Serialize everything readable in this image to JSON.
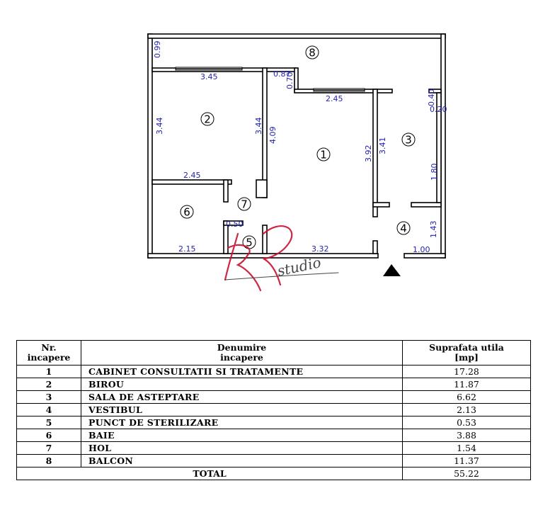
{
  "plan": {
    "dimensions": [
      "0.99",
      "3.45",
      "0.87",
      "0.70",
      "2.45",
      "0.40",
      "0.20",
      "3.44",
      "3.44",
      "4.09",
      "3.92",
      "3.41",
      "1.80",
      "2.45",
      "0.50",
      "1.43",
      "2.15",
      "3.32",
      "1.00"
    ],
    "room_labels": [
      "1",
      "2",
      "3",
      "4",
      "5",
      "6",
      "7",
      "8"
    ]
  },
  "logo": {
    "text": "studio"
  },
  "table": {
    "headers": {
      "nr": [
        "Nr.",
        "incapere"
      ],
      "name": [
        "Denumire",
        "incapere"
      ],
      "area": [
        "Suprafata utila",
        "[mp]"
      ]
    },
    "rows": [
      {
        "nr": "1",
        "name": "CABINET CONSULTATII SI TRATAMENTE",
        "area": "17.28"
      },
      {
        "nr": "2",
        "name": "BIROU",
        "area": "11.87"
      },
      {
        "nr": "3",
        "name": "SALA DE ASTEPTARE",
        "area": "6.62"
      },
      {
        "nr": "4",
        "name": "VESTIBUL",
        "area": "2.13"
      },
      {
        "nr": "5",
        "name": "PUNCT DE STERILIZARE",
        "area": "0.53"
      },
      {
        "nr": "6",
        "name": "BAIE",
        "area": "3.88"
      },
      {
        "nr": "7",
        "name": "HOL",
        "area": "1.54"
      },
      {
        "nr": "8",
        "name": "BALCON",
        "area": "11.37"
      }
    ],
    "total": {
      "label": "TOTAL",
      "area": "55.22"
    }
  }
}
